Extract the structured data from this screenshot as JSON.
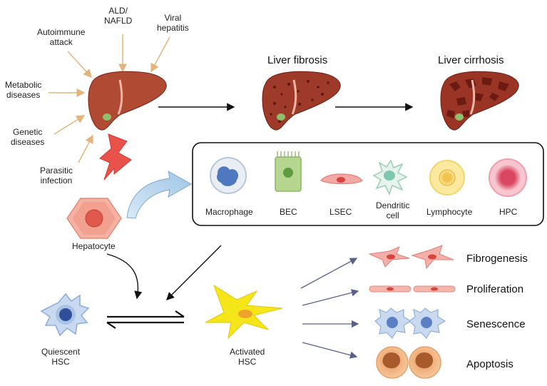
{
  "causes": {
    "ald_nafld": "ALD/\nNAFLD",
    "viral_hepatitis": "Viral\nhepatitis",
    "autoimmune": "Autoimmune\nattack",
    "metabolic": "Metabolic\ndiseases",
    "genetic": "Genetic\ndiseases",
    "parasitic": "Parasitic\ninfection"
  },
  "stages": {
    "fibrosis": "Liver fibrosis",
    "cirrhosis": "Liver cirrhosis"
  },
  "cells": {
    "macrophage": "Macrophage",
    "bec": "BEC",
    "lsec": "LSEC",
    "dendritic": "Dendritic\ncell",
    "lymphocyte": "Lymphocyte",
    "hpc": "HPC",
    "hepatocyte": "Hepatocyte",
    "quiescent_hsc": "Quiescent\nHSC",
    "activated_hsc": "Activated\nHSC"
  },
  "outcomes": {
    "fibrogenesis": "Fibrogenesis",
    "proliferation": "Proliferation",
    "senescence": "Senescence",
    "apoptosis": "Apoptosis"
  },
  "colors": {
    "liver": "#a8412e",
    "liver_dark": "#7a2318",
    "arrow_cause": "#e3b57a",
    "arrow_outcome": "#5a5f8f",
    "bolt": "#e8524a",
    "hepatocyte": "#f2a08f",
    "activated_hsc": "#f5e61a"
  }
}
